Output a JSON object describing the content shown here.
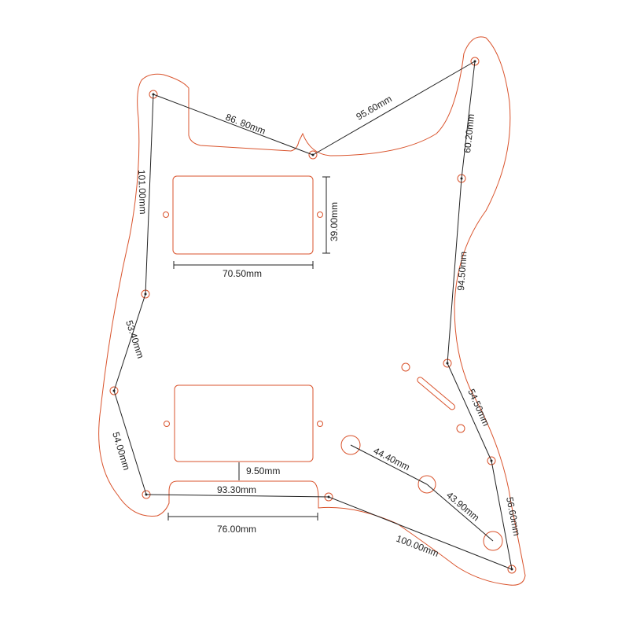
{
  "colors": {
    "outline": "#d9532c",
    "dimension": "#222222",
    "background": "#ffffff"
  },
  "dimensions": {
    "top_left_to_top_mid": "86. 80mm",
    "top_mid_to_top_right": "95.60mm",
    "top_right_to_right_upper": "60.20mm",
    "right_upper_to_right_mid": "94.50mm",
    "right_mid_to_right_lower": "54.50mm",
    "right_lower_to_bottom_right": "56.60mm",
    "left_top_to_left_mid": "101.00mm",
    "left_mid_to_left_lower": "53.40mm",
    "left_lower_to_bottom_left": "54.00mm",
    "bottom_left_to_bottom_mid": "93.30mm",
    "bottom_mid_to_bottom_right": "100.00mm",
    "neck_pickup_width": "70.50mm",
    "neck_pickup_height": "39.00mm",
    "bridge_cutout_width": "76.00mm",
    "bridge_gap": "9.50mm",
    "knob1_to_knob2": "44.40mm",
    "knob2_to_knob3": "43.90mm"
  }
}
